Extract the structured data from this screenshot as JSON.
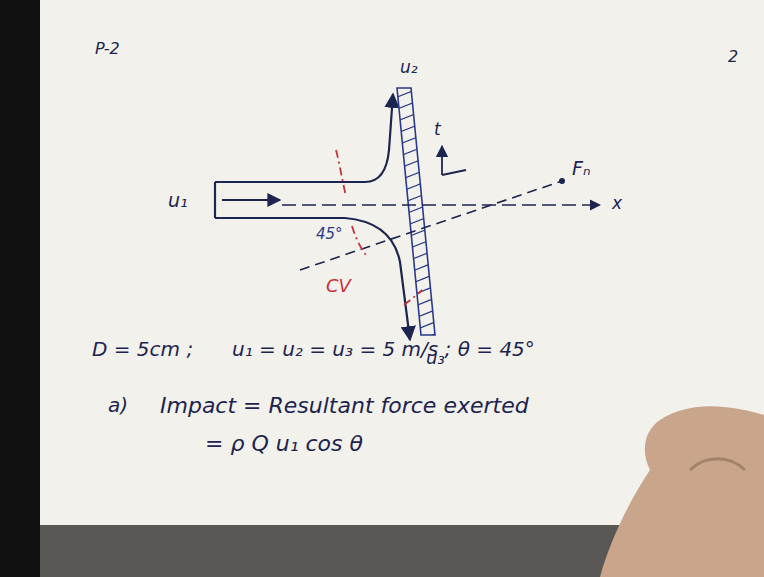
{
  "diagram": {
    "labels": [
      "P-2",
      "2",
      "u₂",
      "t",
      "Fₙ",
      "u₁",
      "x",
      "45°",
      "CV",
      "u₃",
      "D = 5cm ;",
      "u₁ = u₂ = u₃ = 5 m/s ; θ = 45°",
      "a)",
      "Impact = Resultant force exerted",
      "= ρ Q u₁ cos θ"
    ]
  }
}
